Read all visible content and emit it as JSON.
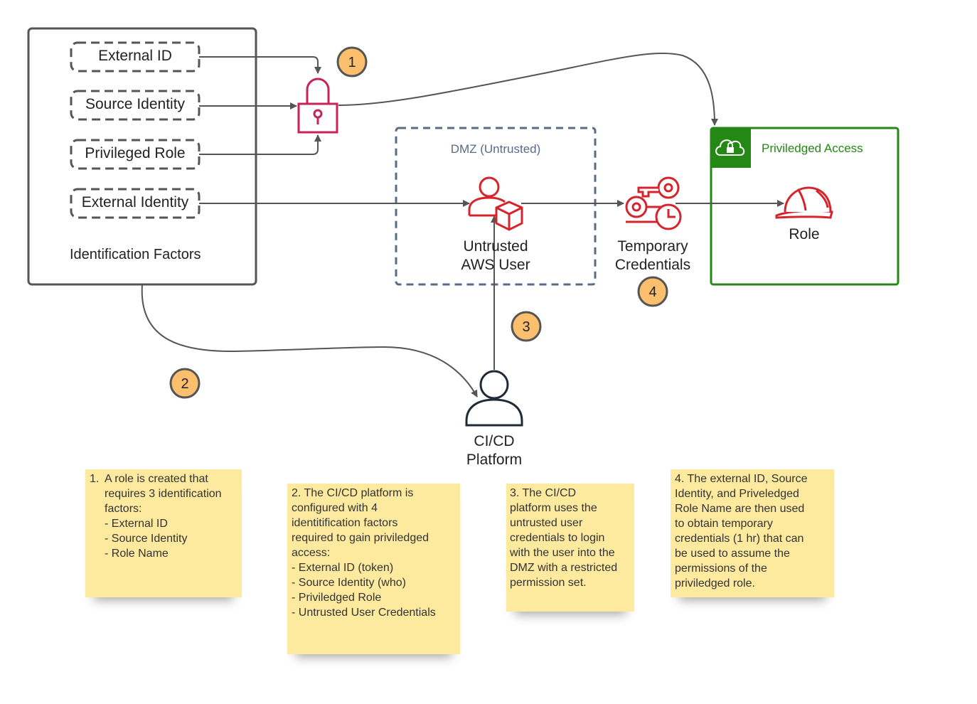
{
  "factors_panel": {
    "title": "Identification Factors",
    "items": [
      "External ID",
      "Source Identity",
      "Privileged Role",
      "External Identity"
    ]
  },
  "dmz": {
    "title": "DMZ (Untrusted)",
    "user_label": [
      "Untrusted",
      "AWS User"
    ]
  },
  "temporary_credentials": {
    "label": [
      "Temporary",
      "Credentials"
    ]
  },
  "privileged_access": {
    "title": "Priviledged Access",
    "role_label": "Role"
  },
  "cicd": {
    "label": [
      "CI/CD",
      "Platform"
    ]
  },
  "steps": [
    "1",
    "2",
    "3",
    "4"
  ],
  "notes": {
    "note1": {
      "number": "1.",
      "lines": [
        "A role is created that",
        "requires 3 identification",
        "factors:",
        "- External ID",
        "- Source Identity",
        "- Role Name"
      ]
    },
    "note2": {
      "lines": [
        "2. The CI/CD platform is",
        "configured with  4",
        "identitification factors",
        "required to gain priviledged",
        "access:",
        "- External ID (token)",
        "- Source Identity (who)",
        "- Priviledged Role",
        "- Untrusted User Credentials"
      ]
    },
    "note3": {
      "lines": [
        "3. The CI/CD",
        "platform uses the",
        "untrusted user",
        "credentials to login",
        "with the user into the",
        "DMZ with a restricted",
        "permission set."
      ]
    },
    "note4": {
      "lines": [
        "4. The external ID, Source",
        "Identity, and Priveledged",
        "Role Name are then used",
        "to obtain temporary",
        "credentials (1 hr) that can",
        "be used to assume the",
        "permissions of the",
        "priviledged role."
      ]
    }
  },
  "colors": {
    "lock": "#c7225b",
    "aws_red": "#d6242d",
    "group_green": "#248814",
    "dmz_border": "#5a6b86",
    "badge_fill": "#fbbf6d",
    "note_fill": "#fdea9f",
    "connector": "#555555"
  }
}
